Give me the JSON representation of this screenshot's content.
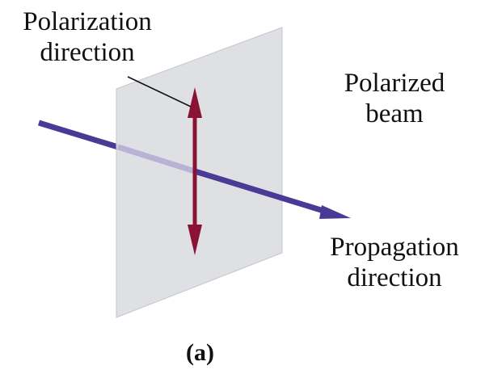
{
  "labels": {
    "polarization_direction": [
      "Polarization",
      "direction"
    ],
    "polarized_beam": [
      "Polarized",
      "beam"
    ],
    "propagation_direction": [
      "Propagation",
      "direction"
    ]
  },
  "caption": "(a)",
  "colors": {
    "plane_fill": "#dcdde2",
    "plane_edge": "#c4c6cc",
    "beam": "#4a3a96",
    "beam_in_plane": "#b7b2d6",
    "polarization_arrow": "#8a1232",
    "leader_line": "#111111"
  }
}
